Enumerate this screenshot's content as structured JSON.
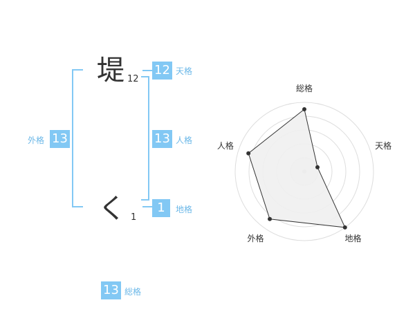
{
  "name": {
    "chars": [
      {
        "char": "堤",
        "strokes": "12"
      },
      {
        "char": "く",
        "strokes": "1"
      }
    ]
  },
  "kakusu": {
    "tenkaku": {
      "value": "12",
      "label": "天格"
    },
    "jinkaku": {
      "value": "13",
      "label": "人格"
    },
    "chikaku": {
      "value": "1",
      "label": "地格"
    },
    "gaikaku": {
      "value": "13",
      "label": "外格"
    },
    "soukaku": {
      "value": "13",
      "label": "総格"
    }
  },
  "colors": {
    "accent": "#82c8f4",
    "text": "#333333"
  },
  "chart_data": {
    "type": "radar",
    "axes": [
      "総格",
      "天格",
      "地格",
      "外格",
      "人格"
    ],
    "values": [
      0.9,
      0.2,
      1.0,
      0.85,
      0.85
    ],
    "rings": 5
  }
}
